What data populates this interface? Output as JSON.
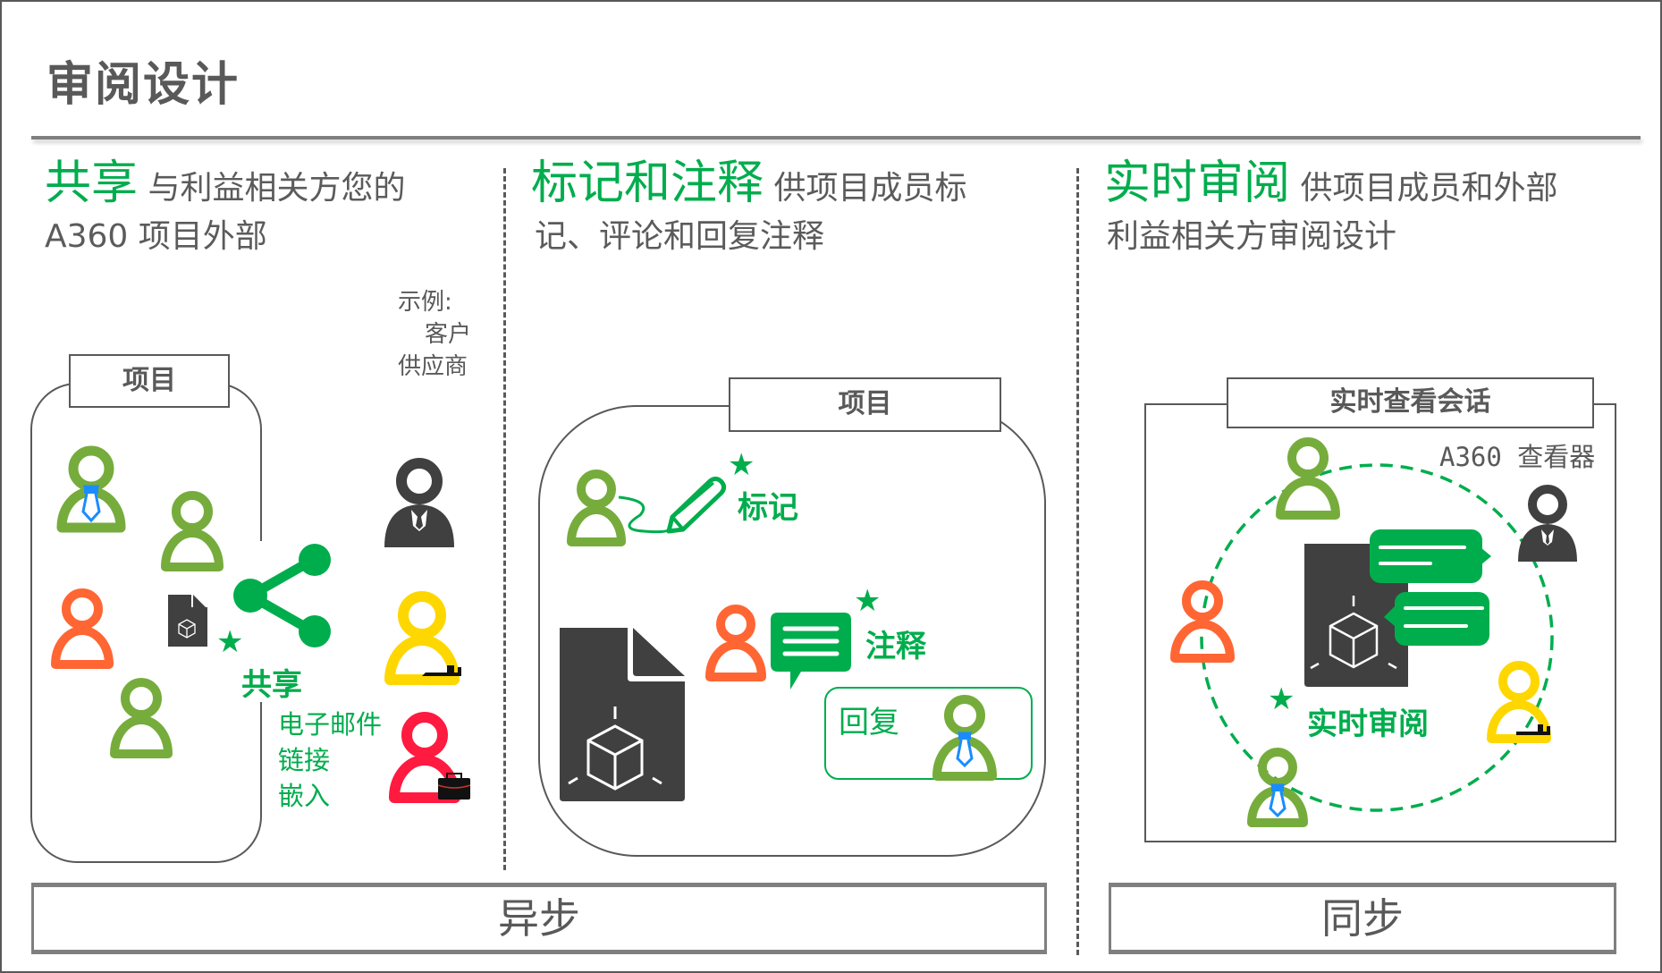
{
  "page": {
    "title": "审阅设计"
  },
  "columns": [
    {
      "heading_highlight": "共享",
      "heading_rest_line1": "与利益相关方您的",
      "heading_line2": "A360 项目外部",
      "project_label": "项目",
      "example_label": "示例:",
      "example_items": [
        "客户",
        "供应商"
      ],
      "action_label": "共享",
      "methods": [
        "电子邮件",
        "链接",
        "嵌入"
      ]
    },
    {
      "heading_highlight": "标记和注释",
      "heading_rest_line1": "供项目成员标",
      "heading_line2": "记、评论和回复注释",
      "project_label": "项目",
      "markup_label": "标记",
      "comment_label": "注释",
      "reply_label": "回复"
    },
    {
      "heading_highlight": "实时审阅",
      "heading_rest_line1": "供项目成员和外部",
      "heading_line2": "利益相关方审阅设计",
      "session_label": "实时查看会话",
      "viewer_label": "A360 查看器",
      "action_label": "实时审阅"
    }
  ],
  "footer": {
    "async_label": "异步",
    "sync_label": "同步"
  },
  "colors": {
    "accent_green": "#00ad4d",
    "person_green": "#76ac3c",
    "person_orange": "#ff6633",
    "person_yellow": "#ffd700",
    "person_red": "#ff1a40",
    "person_dark": "#404040",
    "tie_blue": "#1a8cff",
    "text_gray": "#595959"
  }
}
